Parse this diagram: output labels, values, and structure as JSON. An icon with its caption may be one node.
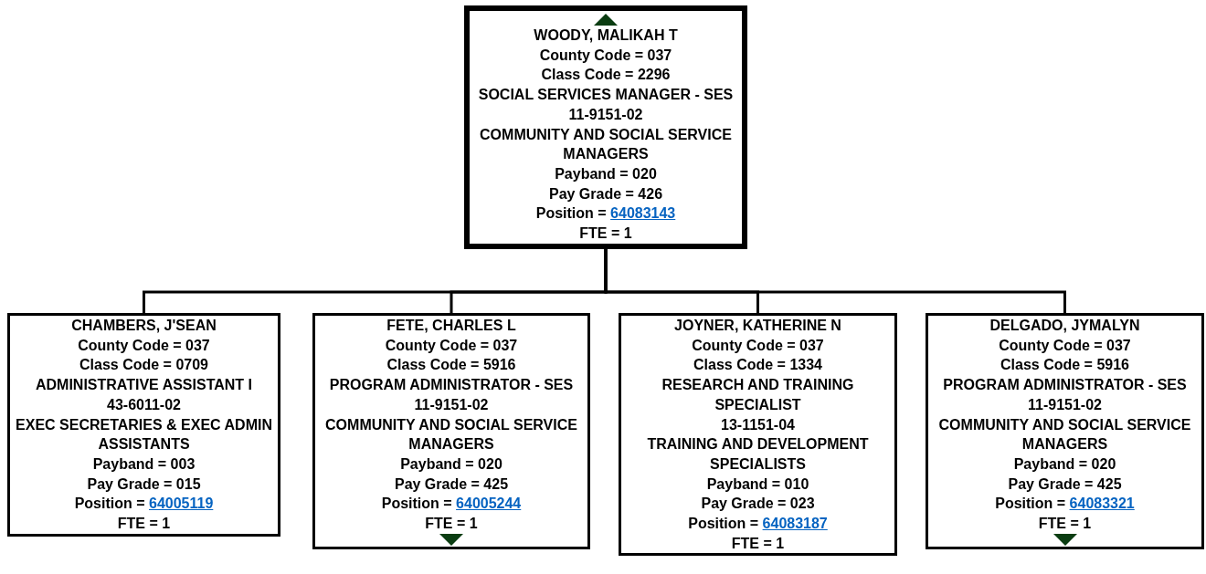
{
  "diagram": {
    "nodes": [
      {
        "text": [
          "WOODY, MALIKAH T",
          "County Code = 037",
          "Class Code = 2296",
          "SOCIAL SERVICES MANAGER - SES",
          "11-9151-02",
          "COMMUNITY AND SOCIAL SERVICE MANAGERS",
          "Payband = 020",
          "Pay Grade = 426",
          "Position = 64083143",
          "FTE = 1"
        ]
      },
      {
        "text": [
          "CHAMBERS, J'SEAN",
          "County Code = 037",
          "Class Code = 0709",
          "ADMINISTRATIVE ASSISTANT I",
          "43-6011-02",
          "EXEC SECRETARIES & EXEC ADMIN ASSISTANTS",
          "Payband = 003",
          "Pay Grade = 015",
          "Position = 64005119",
          "FTE = 1"
        ]
      },
      {
        "text": [
          "FETE, CHARLES L",
          "County Code = 037",
          "Class Code = 5916",
          "PROGRAM ADMINISTRATOR - SES",
          "11-9151-02",
          "COMMUNITY AND SOCIAL SERVICE MANAGERS",
          "Payband = 020",
          "Pay Grade = 425",
          "Position = 64005244",
          "FTE = 1"
        ]
      },
      {
        "text": [
          "JOYNER, KATHERINE N",
          "County Code = 037",
          "Class Code = 1334",
          "RESEARCH AND TRAINING SPECIALIST",
          "13-1151-04",
          "TRAINING AND DEVELOPMENT SPECIALISTS",
          "Payband = 010",
          "Pay Grade = 023",
          "Position = 64083187",
          "FTE = 1"
        ]
      },
      {
        "text": [
          "DELGADO, JYMALYN",
          "County Code = 037",
          "Class Code = 5916",
          "PROGRAM ADMINISTRATOR - SES",
          "11-9151-02",
          "COMMUNITY AND SOCIAL SERVICE MANAGERS",
          "Payband = 020",
          "Pay Grade = 425",
          "Position = 64083321",
          "FTE = 1"
        ]
      }
    ],
    "edges": [
      {
        "from": 0,
        "to": 1,
        "arrow": "none"
      },
      {
        "from": 0,
        "to": 2,
        "arrow": "none"
      },
      {
        "from": 0,
        "to": 3,
        "arrow": "none"
      },
      {
        "from": 0,
        "to": 4,
        "arrow": "none"
      }
    ]
  }
}
